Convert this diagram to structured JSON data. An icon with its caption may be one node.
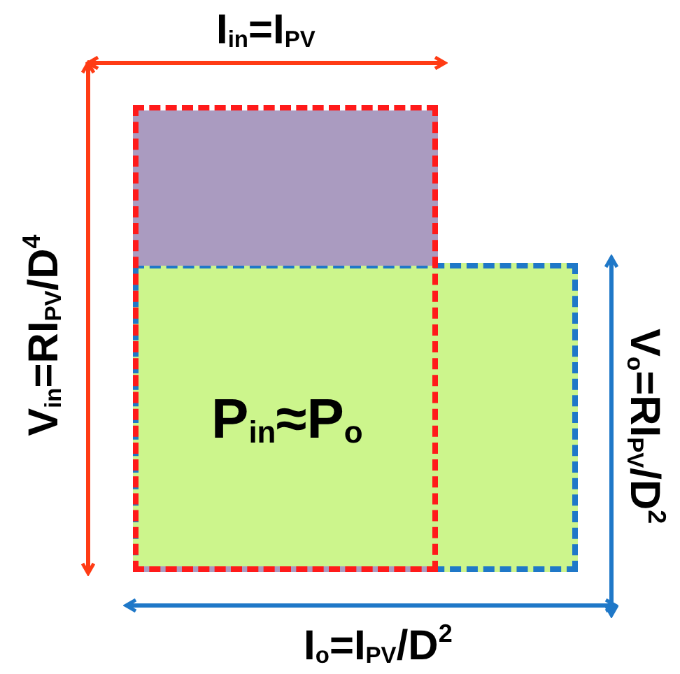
{
  "diagram": {
    "nodes": [
      {
        "text": [],
        "shape": "box"
      },
      {
        "text": [],
        "shape": "box"
      }
    ],
    "edges": [],
    "labels": [
      "I$_{in}$=I$_{PV}$",
      "V$_{in}$=RI$_{PV}$/D$^{4}$",
      "P$_{in}$≈P$_{o}$",
      "V$_{o}$=RI$_{PV}$/D$^{2}$",
      "I$_{o}$=I$_{PV}$/D$^{2}$"
    ]
  }
}
